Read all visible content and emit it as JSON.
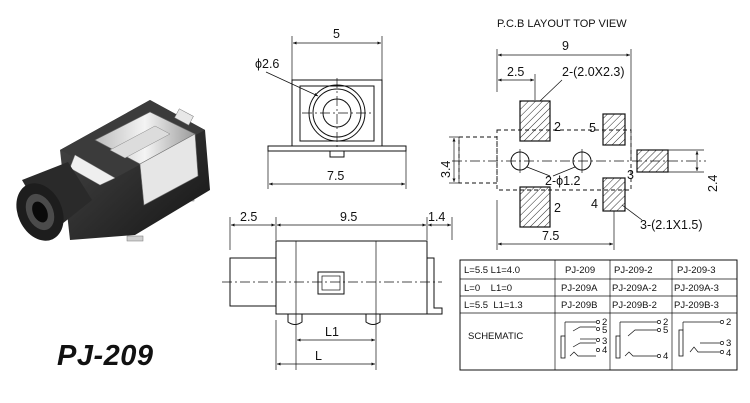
{
  "model": "PJ-209",
  "pcb_title": "P.C.B LAYOUT TOP VIEW",
  "front_view": {
    "width": "5",
    "hole_dia": "ϕ2.6",
    "base_width": "7.5"
  },
  "side_view": {
    "front_len": "2.5",
    "body_len": "9.5",
    "tail_len": "1.4",
    "l1": "L1",
    "l": "L"
  },
  "pcb": {
    "total_width": "9",
    "offset": "2.5",
    "slot_pads": "2-(2.0X2.3)",
    "holes": "2-ϕ1.2",
    "rect_pads": "3-(2.1X1.5)",
    "pitch": "7.5",
    "height_left": "3.4",
    "height_right": "2.4",
    "pins": [
      "2",
      "5",
      "3",
      "4"
    ]
  },
  "table": {
    "rows": [
      [
        "L=5.5  L1=4.0",
        "PJ-209",
        "PJ-209-2",
        "PJ-209-3"
      ],
      [
        "L=0    L1=0",
        "PJ-209A",
        "PJ-209A-2",
        "PJ-209A-3"
      ],
      [
        "L=5.5  L1=1.3",
        "PJ-209B",
        "PJ-209B-2",
        "PJ-209B-3"
      ]
    ],
    "schematic_label": "SCHEMATIC",
    "schematic_pins": [
      [
        "2",
        "5",
        "3",
        "4"
      ],
      [
        "2",
        "5",
        "4"
      ],
      [
        "2",
        "3",
        "4"
      ]
    ]
  }
}
